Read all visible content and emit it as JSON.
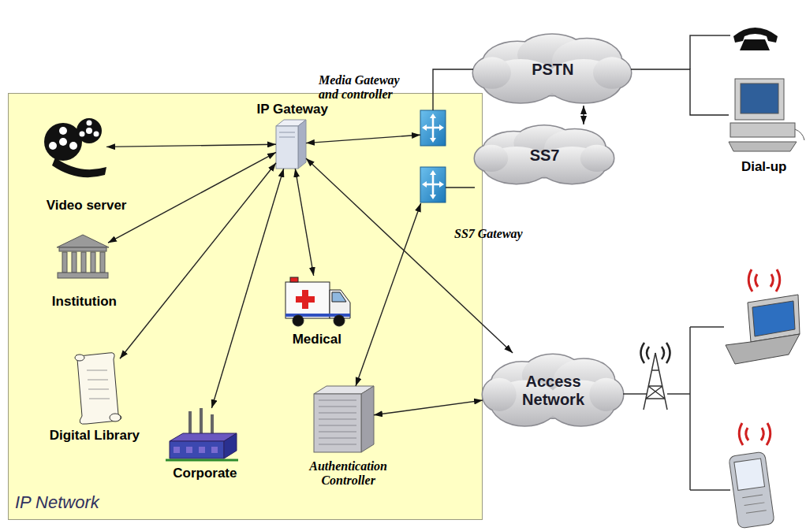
{
  "diagram": {
    "nodes": [
      {
        "text": [
          "IP Network"
        ]
      },
      {
        "text": [
          "Video server"
        ],
        "in": 0
      },
      {
        "text": [
          "IP Gateway"
        ],
        "in": 0
      },
      {
        "text": [
          "Institution"
        ],
        "in": 0
      },
      {
        "text": [
          "Medical"
        ],
        "in": 0
      },
      {
        "text": [
          "Digital Library"
        ],
        "in": 0
      },
      {
        "text": [
          "Corporate"
        ],
        "in": 0
      },
      {
        "text": [
          "Authentication Controller"
        ],
        "in": 0
      },
      {
        "text": [
          "Media Gateway and controller"
        ]
      },
      {
        "text": [
          "SS7 Gateway"
        ]
      },
      {
        "text": [
          "PSTN"
        ]
      },
      {
        "text": [
          "SS7"
        ]
      },
      {
        "text": [
          "Dial-up"
        ]
      },
      {
        "text": [
          "Access Network"
        ]
      }
    ],
    "edges": [
      {
        "from": 2,
        "to": 1,
        "arrow": "both"
      },
      {
        "from": 2,
        "to": 3,
        "arrow": "both"
      },
      {
        "from": 2,
        "to": 5,
        "arrow": "both"
      },
      {
        "from": 2,
        "to": 6,
        "arrow": "both"
      },
      {
        "from": 2,
        "to": 4,
        "arrow": "both"
      },
      {
        "from": 2,
        "to": 8,
        "arrow": "both"
      },
      {
        "from": 2,
        "to": 13,
        "arrow": "both"
      },
      {
        "from": 9,
        "to": 7,
        "arrow": "both"
      },
      {
        "from": 7,
        "to": 13,
        "arrow": "both"
      },
      {
        "from": 8,
        "to": 10,
        "arrow": "none"
      },
      {
        "from": 9,
        "to": 11,
        "arrow": "none"
      },
      {
        "from": 10,
        "to": 11,
        "arrow": "both"
      },
      {
        "from": 10,
        "to": 12,
        "arrow": "none"
      }
    ]
  }
}
